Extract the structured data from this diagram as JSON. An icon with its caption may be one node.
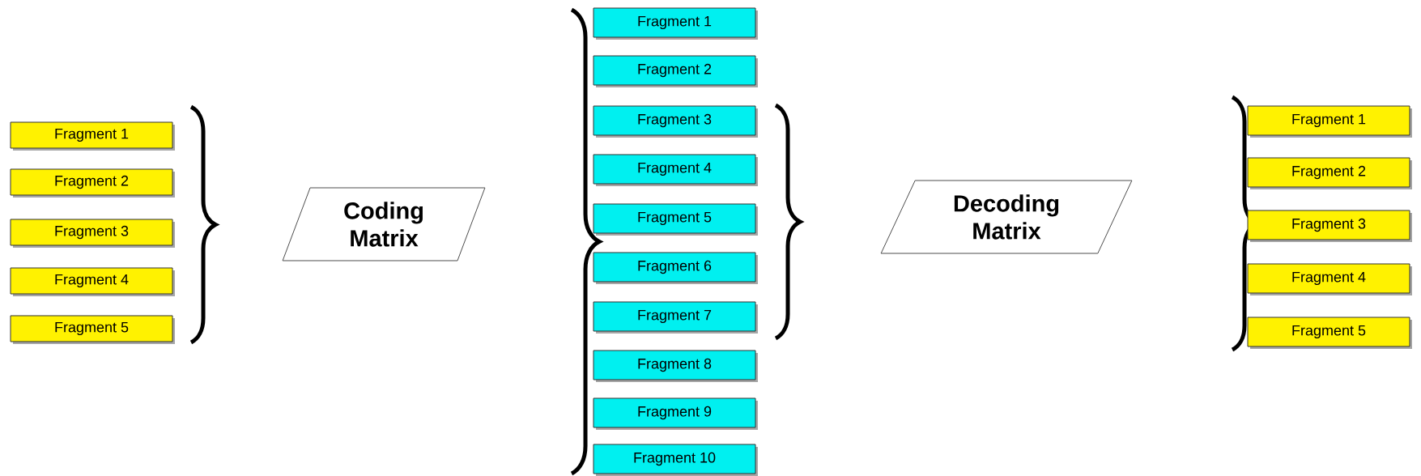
{
  "diagram": {
    "nodes": [
      {
        "text": [
          "Fragment 1"
        ]
      },
      {
        "text": [
          "Fragment 2"
        ]
      },
      {
        "text": [
          "Fragment 3"
        ]
      },
      {
        "text": [
          "Fragment 4"
        ]
      },
      {
        "text": [
          "Fragment 5"
        ]
      },
      {
        "text": [
          "Coding Matrix"
        ]
      },
      {
        "text": [
          "Fragment 1"
        ]
      },
      {
        "text": [
          "Fragment 2"
        ]
      },
      {
        "text": [
          "Fragment 3"
        ]
      },
      {
        "text": [
          "Fragment 4"
        ]
      },
      {
        "text": [
          "Fragment 5"
        ]
      },
      {
        "text": [
          "Fragment 6"
        ]
      },
      {
        "text": [
          "Fragment 7"
        ]
      },
      {
        "text": [
          "Fragment 8"
        ]
      },
      {
        "text": [
          "Fragment 9"
        ]
      },
      {
        "text": [
          "Fragment 10"
        ]
      },
      {
        "text": [
          "Decoding Matrix"
        ]
      },
      {
        "text": [
          "Fragment 1"
        ]
      },
      {
        "text": [
          "Fragment 2"
        ]
      },
      {
        "text": [
          "Fragment 3"
        ]
      },
      {
        "text": [
          "Fragment 4"
        ]
      },
      {
        "text": [
          "Fragment 5"
        ]
      }
    ]
  }
}
